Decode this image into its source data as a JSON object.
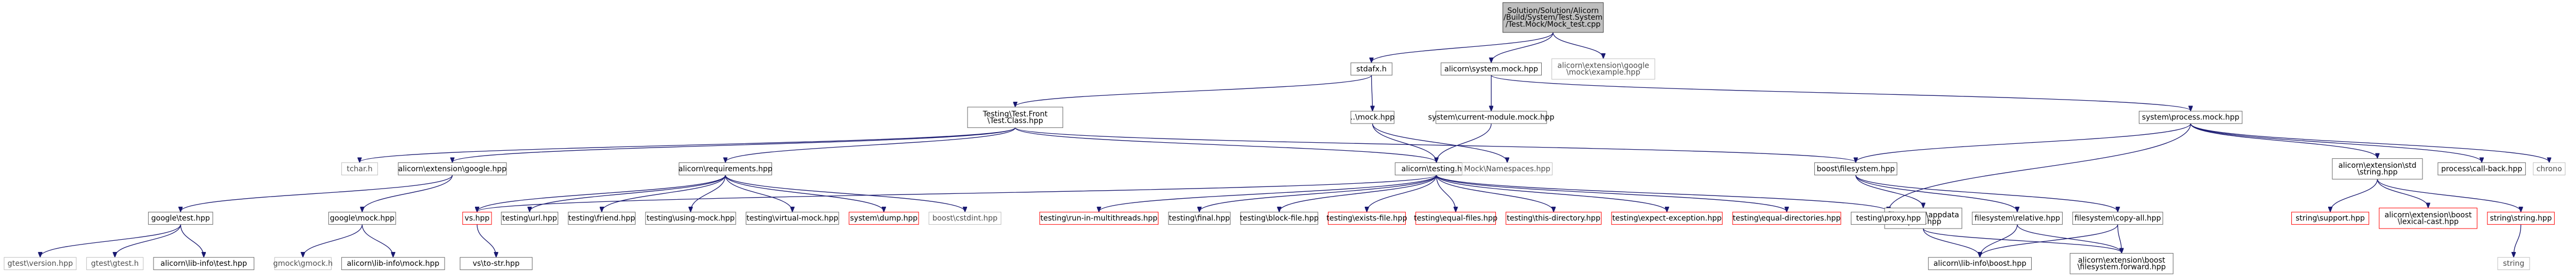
{
  "graph": {
    "nodes": [
      {
        "id": "root",
        "lines": [
          "Solution/Solution/Alicorn",
          "/Build/System/Test.System",
          "/Test.Mock/Mock_test.cpp"
        ],
        "style": "root"
      },
      {
        "id": "stdafx",
        "lines": [
          "stdafx.h"
        ],
        "style": "box"
      },
      {
        "id": "system_mock",
        "lines": [
          "alicorn\\system.mock.hpp"
        ],
        "style": "box"
      },
      {
        "id": "gmock_example",
        "lines": [
          "alicorn\\extension\\google",
          "\\mock\\example.hpp"
        ],
        "style": "ext"
      },
      {
        "id": "test_class",
        "lines": [
          "Testing\\Test.Front",
          "\\Test.Class.hpp"
        ],
        "style": "box"
      },
      {
        "id": "mock_h",
        "lines": [
          "..\\mock.hpp"
        ],
        "style": "box"
      },
      {
        "id": "current_module",
        "lines": [
          "system\\current-module.mock.hpp"
        ],
        "style": "box"
      },
      {
        "id": "process_mock",
        "lines": [
          "system\\process.mock.hpp"
        ],
        "style": "box"
      },
      {
        "id": "tchar",
        "lines": [
          "tchar.h"
        ],
        "style": "ext"
      },
      {
        "id": "ext_google",
        "lines": [
          "alicorn\\extension\\google.hpp"
        ],
        "style": "box"
      },
      {
        "id": "requirements",
        "lines": [
          "alicorn\\requirements.hpp"
        ],
        "style": "box"
      },
      {
        "id": "testing",
        "lines": [
          "alicorn\\testing.hpp"
        ],
        "style": "box"
      },
      {
        "id": "mock_ns",
        "lines": [
          "Mock\\Namespaces.hpp"
        ],
        "style": "ext"
      },
      {
        "id": "boost_fs",
        "lines": [
          "boost\\filesystem.hpp"
        ],
        "style": "box"
      },
      {
        "id": "ext_std_string",
        "lines": [
          "alicorn\\extension\\std",
          "\\string.hpp"
        ],
        "style": "box"
      },
      {
        "id": "process_callback",
        "lines": [
          "process\\call-back.hpp"
        ],
        "style": "box"
      },
      {
        "id": "chrono",
        "lines": [
          "chrono"
        ],
        "style": "ext"
      },
      {
        "id": "google_test",
        "lines": [
          "google\\test.hpp"
        ],
        "style": "box"
      },
      {
        "id": "google_mock",
        "lines": [
          "google\\mock.hpp"
        ],
        "style": "box"
      },
      {
        "id": "vs",
        "lines": [
          "vs.hpp"
        ],
        "style": "missing"
      },
      {
        "id": "t_url",
        "lines": [
          "testing\\url.hpp"
        ],
        "style": "box"
      },
      {
        "id": "t_friend",
        "lines": [
          "testing\\friend.hpp"
        ],
        "style": "box"
      },
      {
        "id": "t_using_mock",
        "lines": [
          "testing\\using-mock.hpp"
        ],
        "style": "box"
      },
      {
        "id": "t_virtual_mock",
        "lines": [
          "testing\\virtual-mock.hpp"
        ],
        "style": "box"
      },
      {
        "id": "sys_dump",
        "lines": [
          "system\\dump.hpp"
        ],
        "style": "missing"
      },
      {
        "id": "cstdint",
        "lines": [
          "boost\\cstdint.hpp"
        ],
        "style": "ext"
      },
      {
        "id": "t_run_multi",
        "lines": [
          "testing\\run-in-multithreads.hpp"
        ],
        "style": "missing"
      },
      {
        "id": "t_final",
        "lines": [
          "testing\\final.hpp"
        ],
        "style": "box"
      },
      {
        "id": "t_block_file",
        "lines": [
          "testing\\block-file.hpp"
        ],
        "style": "box"
      },
      {
        "id": "t_exists_file",
        "lines": [
          "testing\\exists-file.hpp"
        ],
        "style": "missing"
      },
      {
        "id": "t_equal_files",
        "lines": [
          "testing\\equal-files.hpp"
        ],
        "style": "missing"
      },
      {
        "id": "t_this_dir",
        "lines": [
          "testing\\this-directory.hpp"
        ],
        "style": "missing"
      },
      {
        "id": "t_expect_exc",
        "lines": [
          "testing\\expect-exception.hpp"
        ],
        "style": "missing"
      },
      {
        "id": "t_equal_dirs",
        "lines": [
          "testing\\equal-directories.hpp"
        ],
        "style": "missing"
      },
      {
        "id": "fs_appdata",
        "lines": [
          "filesystem\\appdata",
          "-path.hpp"
        ],
        "style": "box"
      },
      {
        "id": "fs_relative",
        "lines": [
          "filesystem\\relative.hpp"
        ],
        "style": "box"
      },
      {
        "id": "t_proxy",
        "lines": [
          "testing\\proxy.hpp"
        ],
        "style": "box"
      },
      {
        "id": "fs_copy_all",
        "lines": [
          "filesystem\\copy-all.hpp"
        ],
        "style": "box"
      },
      {
        "id": "str_support",
        "lines": [
          "string\\support.hpp"
        ],
        "style": "missing"
      },
      {
        "id": "boost_lexical",
        "lines": [
          "alicorn\\extension\\boost",
          "\\lexical-cast.hpp"
        ],
        "style": "missing"
      },
      {
        "id": "str_string",
        "lines": [
          "string\\string.hpp"
        ],
        "style": "missing"
      },
      {
        "id": "gtest_version",
        "lines": [
          "gtest\\version.hpp"
        ],
        "style": "ext"
      },
      {
        "id": "gtest_h",
        "lines": [
          "gtest\\gtest.h"
        ],
        "style": "ext"
      },
      {
        "id": "lib_info_test",
        "lines": [
          "alicorn\\lib-info\\test.hpp"
        ],
        "style": "box"
      },
      {
        "id": "gmock_h",
        "lines": [
          "gmock\\gmock.h"
        ],
        "style": "ext"
      },
      {
        "id": "lib_info_mock",
        "lines": [
          "alicorn\\lib-info\\mock.hpp"
        ],
        "style": "box"
      },
      {
        "id": "vs_str",
        "lines": [
          "vs\\to-str.hpp"
        ],
        "style": "box"
      },
      {
        "id": "lib_info_boost",
        "lines": [
          "alicorn\\lib-info\\boost.hpp"
        ],
        "style": "box"
      },
      {
        "id": "boost_fs_fwd",
        "lines": [
          "alicorn\\extension\\boost",
          "\\filesystem.forward.hpp"
        ],
        "style": "box"
      },
      {
        "id": "string",
        "lines": [
          "string"
        ],
        "style": "ext"
      }
    ],
    "edges": [
      [
        "root",
        "stdafx"
      ],
      [
        "root",
        "system_mock"
      ],
      [
        "root",
        "gmock_example"
      ],
      [
        "stdafx",
        "test_class"
      ],
      [
        "stdafx",
        "mock_h"
      ],
      [
        "system_mock",
        "current_module"
      ],
      [
        "system_mock",
        "process_mock"
      ],
      [
        "test_class",
        "tchar"
      ],
      [
        "test_class",
        "ext_google"
      ],
      [
        "test_class",
        "requirements"
      ],
      [
        "test_class",
        "testing"
      ],
      [
        "test_class",
        "boost_fs"
      ],
      [
        "mock_h",
        "testing"
      ],
      [
        "mock_h",
        "mock_ns"
      ],
      [
        "current_module",
        "testing"
      ],
      [
        "process_mock",
        "boost_fs"
      ],
      [
        "process_mock",
        "t_proxy"
      ],
      [
        "process_mock",
        "ext_std_string"
      ],
      [
        "process_mock",
        "process_callback"
      ],
      [
        "process_mock",
        "chrono"
      ],
      [
        "ext_google",
        "google_test"
      ],
      [
        "ext_google",
        "google_mock"
      ],
      [
        "requirements",
        "vs"
      ],
      [
        "requirements",
        "t_url"
      ],
      [
        "requirements",
        "t_friend"
      ],
      [
        "requirements",
        "t_using_mock"
      ],
      [
        "requirements",
        "t_virtual_mock"
      ],
      [
        "requirements",
        "sys_dump"
      ],
      [
        "requirements",
        "cstdint"
      ],
      [
        "testing",
        "vs"
      ],
      [
        "testing",
        "t_run_multi"
      ],
      [
        "testing",
        "t_final"
      ],
      [
        "testing",
        "t_block_file"
      ],
      [
        "testing",
        "t_exists_file"
      ],
      [
        "testing",
        "t_equal_files"
      ],
      [
        "testing",
        "t_this_dir"
      ],
      [
        "testing",
        "t_expect_exc"
      ],
      [
        "testing",
        "t_equal_dirs"
      ],
      [
        "testing",
        "t_proxy"
      ],
      [
        "boost_fs",
        "fs_appdata"
      ],
      [
        "boost_fs",
        "fs_relative"
      ],
      [
        "boost_fs",
        "fs_copy_all"
      ],
      [
        "ext_std_string",
        "str_support"
      ],
      [
        "ext_std_string",
        "boost_lexical"
      ],
      [
        "ext_std_string",
        "str_string"
      ],
      [
        "google_test",
        "gtest_version"
      ],
      [
        "google_test",
        "gtest_h"
      ],
      [
        "google_test",
        "lib_info_test"
      ],
      [
        "google_mock",
        "gmock_h"
      ],
      [
        "google_mock",
        "lib_info_mock"
      ],
      [
        "vs",
        "vs_str"
      ],
      [
        "fs_appdata",
        "lib_info_boost"
      ],
      [
        "fs_appdata",
        "boost_fs_fwd"
      ],
      [
        "fs_relative",
        "lib_info_boost"
      ],
      [
        "fs_relative",
        "boost_fs_fwd"
      ],
      [
        "fs_copy_all",
        "lib_info_boost"
      ],
      [
        "fs_copy_all",
        "boost_fs_fwd"
      ],
      [
        "str_string",
        "string"
      ]
    ]
  }
}
